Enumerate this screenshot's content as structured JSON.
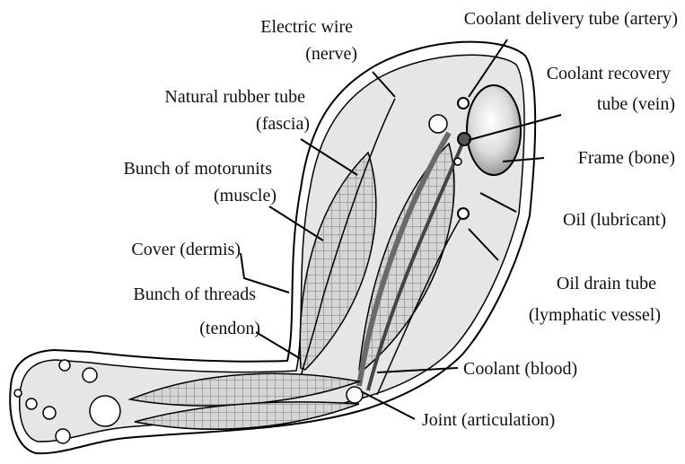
{
  "labels": {
    "electric_wire": [
      "Electric wire",
      "(nerve)"
    ],
    "natural_rubber_tube": [
      "Natural rubber tube",
      "(fascia)"
    ],
    "motor_units": [
      "Bunch of motorunits",
      "(muscle)"
    ],
    "cover": [
      "Cover (dermis)"
    ],
    "threads": [
      "Bunch of threads",
      "(tendon)"
    ],
    "coolant_delivery": [
      "Coolant delivery tube (artery)"
    ],
    "coolant_recovery": [
      "Coolant recovery",
      "tube (vein)"
    ],
    "frame": [
      "Frame (bone)"
    ],
    "oil": [
      "Oil (lubricant)"
    ],
    "oil_drain": [
      "Oil drain tube",
      "(lymphatic vessel)"
    ],
    "coolant": [
      "Coolant (blood)"
    ],
    "joint": [
      "Joint (articulation)"
    ]
  }
}
